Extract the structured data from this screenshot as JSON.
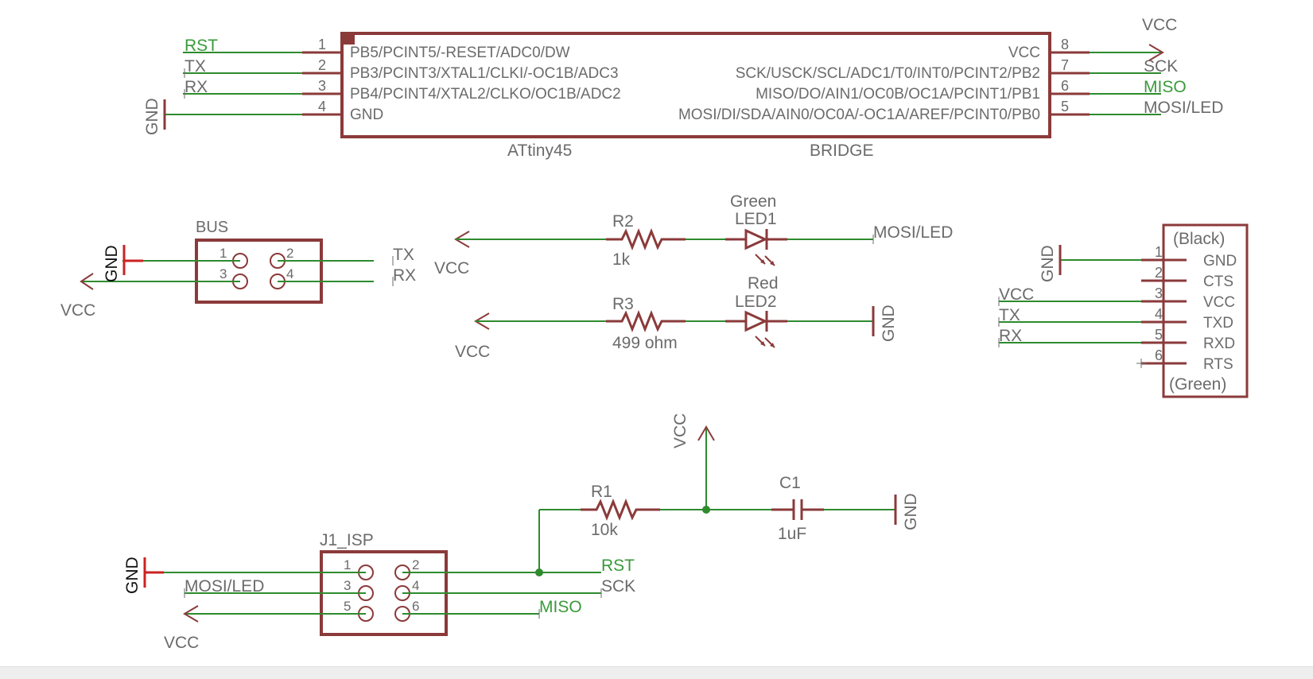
{
  "colors": {
    "part": "#8b3a3a",
    "wire": "#2e8b2e",
    "label": "#6b6b6b",
    "net_label": "#3a9a3a",
    "gnd_symbol": "#cc2222",
    "background": "#ffffff"
  },
  "ic": {
    "name": "ATtiny45",
    "value": "BRIDGE",
    "left_pins": [
      {
        "num": "1",
        "name": "PB5/PCINT5/-RESET/ADC0/DW",
        "net": "RST"
      },
      {
        "num": "2",
        "name": "PB3/PCINT3/XTAL1/CLKI/-OC1B/ADC3",
        "net": "TX"
      },
      {
        "num": "3",
        "name": "PB4/PCINT4/XTAL2/CLKO/OC1B/ADC2",
        "net": "RX"
      },
      {
        "num": "4",
        "name": "GND",
        "net": "GND"
      }
    ],
    "right_pins": [
      {
        "num": "8",
        "name": "VCC",
        "net": "VCC"
      },
      {
        "num": "7",
        "name": "SCK/USCK/SCL/ADC1/T0/INT0/PCINT2/PB2",
        "net": "SCK"
      },
      {
        "num": "6",
        "name": "MISO/DO/AIN1/OC0B/OC1A/PCINT1/PB1",
        "net": "MISO"
      },
      {
        "num": "5",
        "name": "MOSI/DI/SDA/AIN0/OC0A/-OC1A/AREF/PCINT0/PB0",
        "net": "MOSI/LED"
      }
    ]
  },
  "bus": {
    "name": "BUS",
    "pins": [
      "1",
      "2",
      "3",
      "4"
    ],
    "nets": {
      "gnd": "GND",
      "vcc": "VCC",
      "tx": "TX",
      "rx": "RX"
    }
  },
  "led1": {
    "resistor_name": "R2",
    "resistor_value": "1k",
    "led_color": "Green",
    "led_name": "LED1",
    "left_net": "VCC",
    "right_net": "MOSI/LED"
  },
  "led2": {
    "resistor_name": "R3",
    "resistor_value": "499 ohm",
    "led_color": "Red",
    "led_name": "LED2",
    "left_net": "VCC",
    "right_net": "GND"
  },
  "ftdi": {
    "top_label": "(Black)",
    "bottom_label": "(Green)",
    "pins": [
      {
        "num": "1",
        "name": "GND",
        "net": "GND"
      },
      {
        "num": "2",
        "name": "CTS",
        "net": ""
      },
      {
        "num": "3",
        "name": "VCC",
        "net": "VCC"
      },
      {
        "num": "4",
        "name": "TXD",
        "net": "TX"
      },
      {
        "num": "5",
        "name": "RXD",
        "net": "RX"
      },
      {
        "num": "6",
        "name": "RTS",
        "net": ""
      }
    ]
  },
  "reset": {
    "resistor_name": "R1",
    "resistor_value": "10k",
    "cap_name": "C1",
    "cap_value": "1uF",
    "vcc": "VCC",
    "gnd": "GND"
  },
  "isp": {
    "name": "J1_ISP",
    "pins": [
      "1",
      "2",
      "3",
      "4",
      "5",
      "6"
    ],
    "nets": {
      "gnd": "GND",
      "mosi": "MOSI/LED",
      "vcc": "VCC",
      "rst": "RST",
      "sck": "SCK",
      "miso": "MISO"
    }
  }
}
